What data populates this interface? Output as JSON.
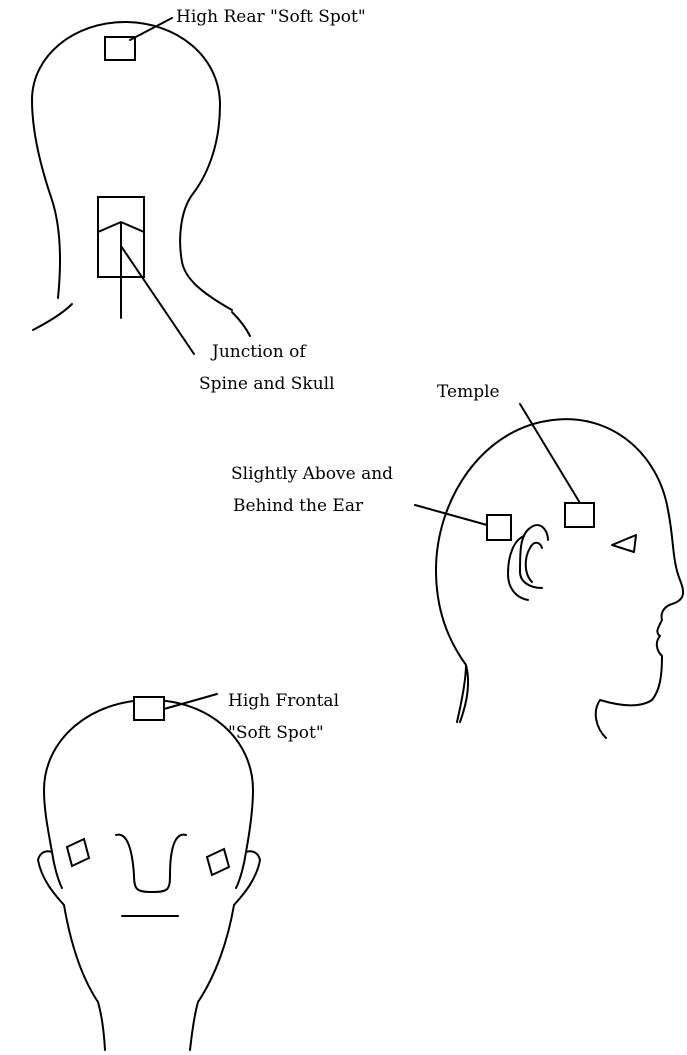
{
  "labels": {
    "high_rear": "High Rear \"Soft Spot\"",
    "junction_line1": "Junction of",
    "junction_line2": "Spine and Skull",
    "temple": "Temple",
    "ear_line1": "Slightly Above and",
    "ear_line2": "Behind the Ear",
    "high_frontal_line1": "High Frontal",
    "high_frontal_line2": "\"Soft Spot\""
  }
}
